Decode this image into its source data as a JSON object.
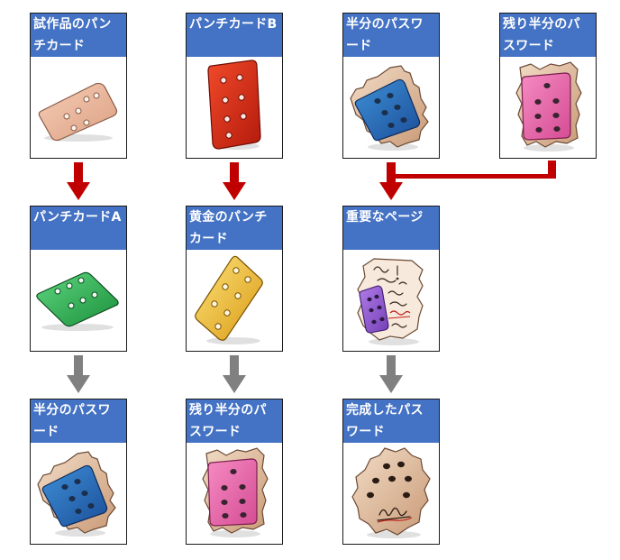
{
  "colors": {
    "header_bg": "#4472c4",
    "header_text": "#ffffff",
    "arrow_red": "#c00000",
    "arrow_gray": "#808080"
  },
  "cards": {
    "prototype": {
      "title": "試作品のパンチカード",
      "icon": "beige-punch-card-icon"
    },
    "card_b": {
      "title": "パンチカードB",
      "icon": "red-punch-card-icon"
    },
    "half_password_top": {
      "title": "半分のパスワード",
      "icon": "blue-torn-card-icon"
    },
    "other_half_top": {
      "title": "残り半分のパスワード",
      "icon": "pink-torn-card-icon"
    },
    "card_a": {
      "title": "パンチカードA",
      "icon": "green-punch-card-icon"
    },
    "golden_card": {
      "title": "黄金のパンチカード",
      "icon": "gold-punch-card-icon"
    },
    "important_page": {
      "title": "重要なページ",
      "icon": "purple-note-page-icon"
    },
    "half_password_bottom": {
      "title": "半分のパスワード",
      "icon": "blue-torn-card-icon"
    },
    "other_half_bottom": {
      "title": "残り半分のパスワード",
      "icon": "pink-torn-card-icon"
    },
    "complete_password": {
      "title": "完成したパスワード",
      "icon": "completed-password-card-icon"
    }
  }
}
